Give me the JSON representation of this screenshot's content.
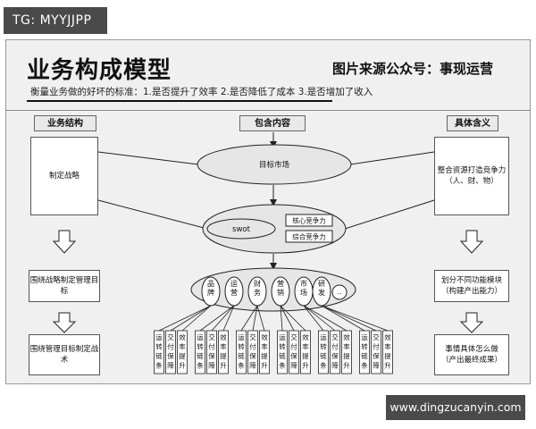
{
  "watermark_top": "TG: MYYJJPP",
  "title": "业务构成模型",
  "source": "图片来源公众号：事现运营",
  "subtitle": "衡量业务做的好坏的标准：1.是否提升了效率 2.是否降低了成本 3.是否增加了收入",
  "headers": {
    "left": "业务结构",
    "middle": "包含内容",
    "right": "具体含义"
  },
  "left_boxes": [
    "制定战略",
    "围绕战略制定管理目标",
    "围绕管理目标制定战术"
  ],
  "right_boxes": [
    [
      "整合资源打造竞争力",
      "（人、财、物）"
    ],
    [
      "划分不同功能模块",
      "（构建产出能力）"
    ],
    [
      "事情具体怎么做",
      "（产出最终成果）"
    ]
  ],
  "ellipses": {
    "market": "目标市场",
    "swot": "swot",
    "core": "核心竞争力",
    "combined": "综合竞争力"
  },
  "modules": [
    "品牌",
    "运营",
    "财务",
    "营销",
    "市场",
    "研发",
    ".."
  ],
  "tactics": [
    "运转链条",
    "交付保障",
    "效率提升"
  ],
  "watermark_bottom": "www.dingzucanyin.com"
}
